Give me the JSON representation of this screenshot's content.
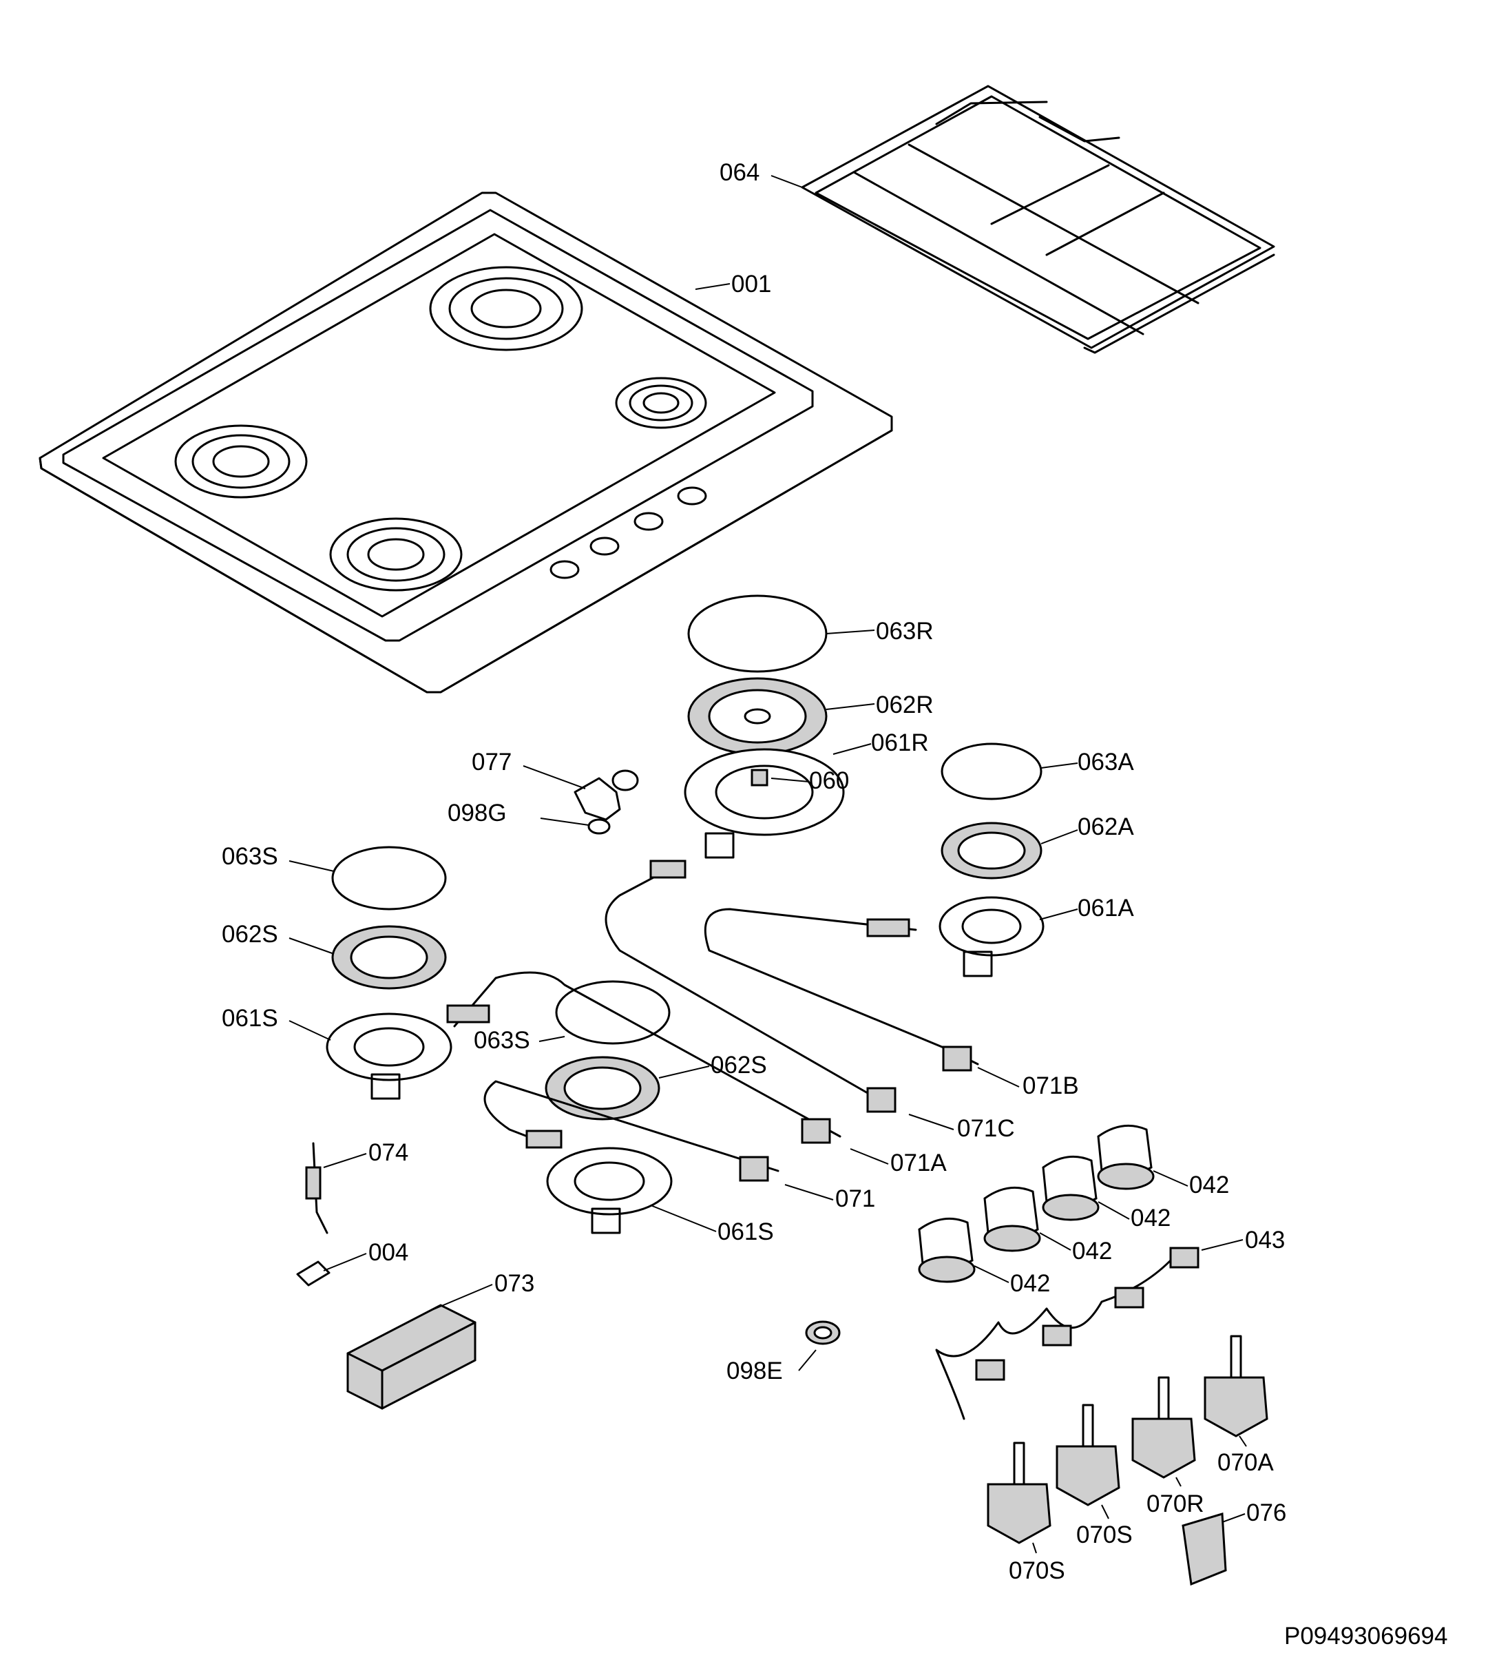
{
  "labels": {
    "l001": "001",
    "l064": "064",
    "l063R": "063R",
    "l062R": "062R",
    "l061R": "061R",
    "l060": "060",
    "l077": "077",
    "l098G": "098G",
    "l063A": "063A",
    "l062A": "062A",
    "l061A": "061A",
    "l063S_left": "063S",
    "l062S_left": "062S",
    "l061S_left": "061S",
    "l063S_mid": "063S",
    "l062S_mid": "062S",
    "l061S_mid": "061S",
    "l071B": "071B",
    "l071C": "071C",
    "l071A": "071A",
    "l071": "071",
    "l074": "074",
    "l004": "004",
    "l073": "073",
    "l098E": "098E",
    "l042_1": "042",
    "l042_2": "042",
    "l042_3": "042",
    "l042_4": "042",
    "l043": "043",
    "l070A": "070A",
    "l070R": "070R",
    "l070S_1": "070S",
    "l070S_2": "070S",
    "l076": "076"
  },
  "document_code": "P09493069694"
}
